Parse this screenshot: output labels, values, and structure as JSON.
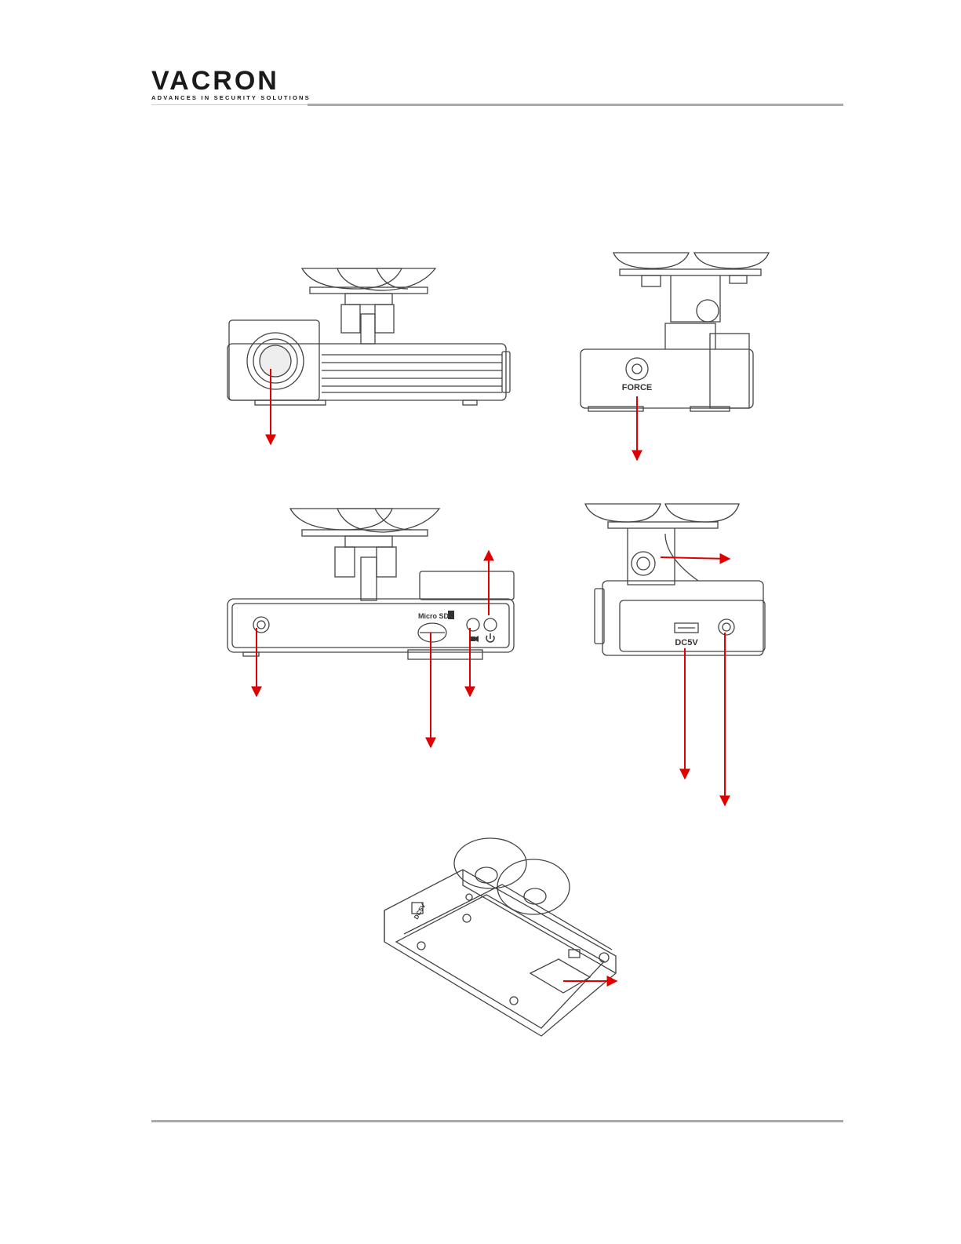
{
  "header": {
    "logo_text": "VACRON",
    "logo_tagline": "ADVANCES IN SECURITY SOLUTIONS"
  },
  "device_labels": {
    "force": "FORCE",
    "micro_sd": "Micro SD",
    "dc5v": "DC5V",
    "bottom_dc5v": "DC5V"
  },
  "colors": {
    "callout_arrow": "#e00000",
    "line_art": "#444444",
    "rule": "#a9a9a9"
  },
  "icons": [
    "camera-icon",
    "power-icon",
    "sd-card-icon"
  ]
}
